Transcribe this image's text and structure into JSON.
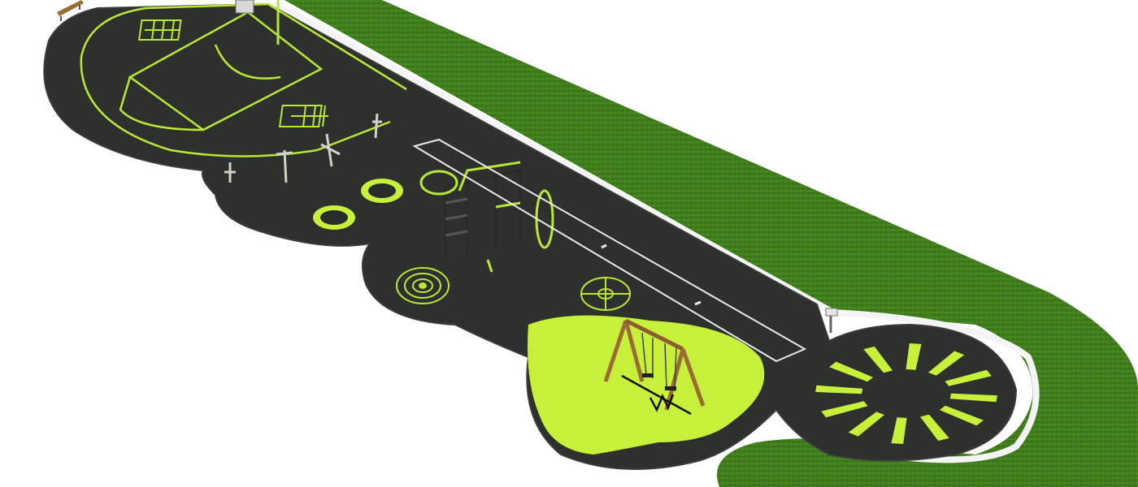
{
  "scene": {
    "caption": "",
    "colors": {
      "background": "#ffffff",
      "grass": "#3f7d1c",
      "grass_light": "#5a9d2c",
      "surface": "#2e302d",
      "surface_edge": "#3a3c38",
      "accent": "#b8e836",
      "accent_fill": "#c6f03a",
      "path_line": "#e8e8e8",
      "wood": "#9a6b34",
      "metal": "#3b3b3b"
    }
  },
  "elements": {
    "grass_strip": {
      "icon": "grass-area"
    },
    "rubber_surface": {
      "icon": "rubber-play-surface"
    },
    "court_markings": {
      "icon": "basketball-court-lines"
    },
    "hopscotch_grids": {
      "icon": "grid-game",
      "count": 2
    },
    "trampolines": {
      "icon": "in-ground-trampoline",
      "count": 2
    },
    "fitness_stations": {
      "icon": "outdoor-fitness-machine",
      "count": 4
    },
    "calisthenics_rig": {
      "icon": "climbing-frame"
    },
    "running_track": {
      "icon": "sprint-lane"
    },
    "target_circles": {
      "icon": "target-rings"
    },
    "compass_marking": {
      "icon": "compass-rose"
    },
    "swing_set": {
      "icon": "wooden-swing",
      "seats": 2
    },
    "sun_circle": {
      "icon": "sun-ray-marking",
      "rays": 12
    },
    "bench": {
      "icon": "park-bench"
    },
    "info_sign": {
      "icon": "sign-post"
    }
  }
}
